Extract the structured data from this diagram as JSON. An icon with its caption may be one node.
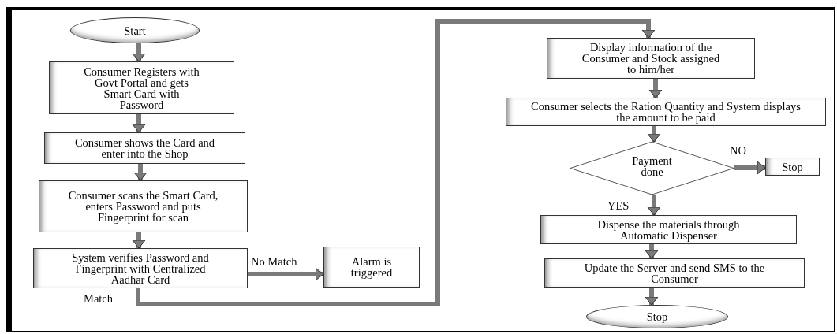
{
  "diagram": {
    "nodes": [
      {
        "text": [
          "Start"
        ]
      },
      {
        "text": [
          "Consumer Registers with Govt Portal and gets Smart Card with Password"
        ]
      },
      {
        "text": [
          "Consumer shows the Card and enter into the Shop"
        ]
      },
      {
        "text": [
          "Consumer scans the Smart Card, enters Password and puts Fingerprint for scan"
        ]
      },
      {
        "text": [
          "System verifies Password and Fingerprint with Centralized Aadhar Card"
        ]
      },
      {
        "text": [
          "Alarm is triggered"
        ]
      },
      {
        "text": [
          "Display information of the Consumer and Stock assigned to him/her"
        ]
      },
      {
        "text": [
          "Consumer selects the Ration Quantity and System displays the amount to be paid"
        ]
      },
      {
        "text": [
          "Payment done"
        ]
      },
      {
        "text": [
          "Stop"
        ]
      },
      {
        "text": [
          "Dispense the materials through Automatic Dispenser"
        ]
      },
      {
        "text": [
          "Update the Server and send SMS to the Consumer"
        ]
      },
      {
        "text": [
          "Stop"
        ]
      }
    ],
    "edges": [
      {
        "from": 0,
        "to": 1,
        "arrow": "to"
      },
      {
        "from": 1,
        "to": 2,
        "arrow": "to"
      },
      {
        "from": 2,
        "to": 3,
        "arrow": "to"
      },
      {
        "from": 3,
        "to": 4,
        "arrow": "to"
      },
      {
        "from": 4,
        "to": 5,
        "arrow": "to",
        "label": "No Match"
      },
      {
        "from": 4,
        "to": 6,
        "arrow": "to",
        "label": "Match"
      },
      {
        "from": 6,
        "to": 7,
        "arrow": "to"
      },
      {
        "from": 7,
        "to": 8,
        "arrow": "to"
      },
      {
        "from": 8,
        "to": 9,
        "arrow": "to",
        "label": "NO"
      },
      {
        "from": 8,
        "to": 10,
        "arrow": "to",
        "label": "YES"
      },
      {
        "from": 10,
        "to": 11,
        "arrow": "to"
      },
      {
        "from": 11,
        "to": 12,
        "arrow": "to"
      }
    ]
  }
}
